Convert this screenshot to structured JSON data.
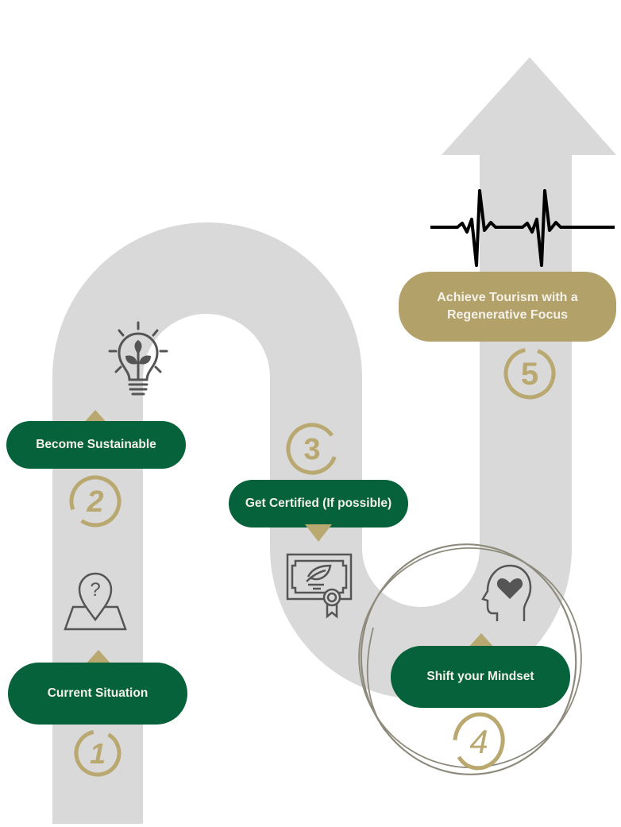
{
  "diagram": {
    "title": "Path to Regenerative Tourism",
    "colors": {
      "road": "#d9d9d9",
      "step_green": "#06623b",
      "step_gold": "#b3a16a",
      "accent_gold": "#b9a86f",
      "icon_gray": "#555555",
      "scribble": "#8e8a7c",
      "pulse": "#000000"
    },
    "steps": [
      {
        "number": "1",
        "label": "Current Situation",
        "icon": "map-pin-question-icon"
      },
      {
        "number": "2",
        "label": "Become Sustainable",
        "icon": "lightbulb-plant-icon"
      },
      {
        "number": "3",
        "label": "Get Certified (If possible)",
        "icon": "certificate-leaf-icon"
      },
      {
        "number": "4",
        "label": "Shift your Mindset",
        "icon": "head-heart-icon",
        "highlighted": true
      },
      {
        "number": "5",
        "label": "Achieve Tourism with a Regenerative Focus",
        "icon": "heartbeat-pulse-icon"
      }
    ]
  }
}
